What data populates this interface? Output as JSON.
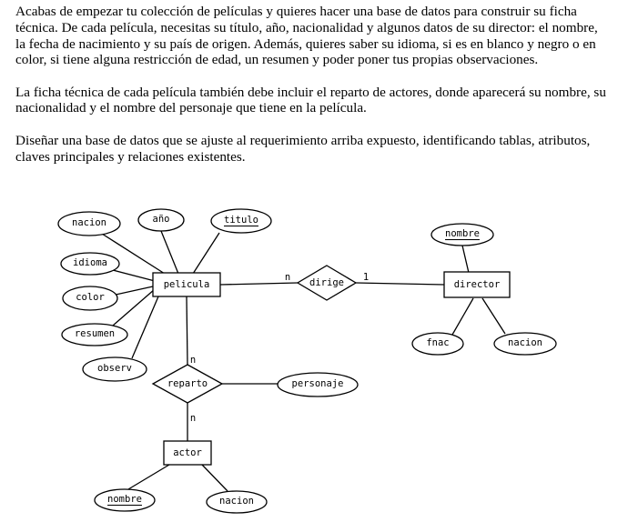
{
  "paragraphs": [
    "Acabas de empezar tu colección de películas y quieres hacer una base de datos para construir su ficha técnica. De cada película, necesitas su título, año, nacionalidad y algunos datos de su director: el nombre, la fecha de nacimiento y su país de origen. Además, quieres saber su idioma, si es en blanco y negro o en color, si tiene alguna restricción de edad, un resumen y poder poner tus propias observaciones.",
    "La ficha técnica de cada película también debe incluir el reparto de actores, donde aparecerá su nombre, su nacionalidad y el nombre del personaje que tiene en la película.",
    "Diseñar una base de datos que se ajuste al requerimiento arriba expuesto, identificando tablas, atributos, claves principales y relaciones existentes."
  ],
  "diagram": {
    "entities": [
      {
        "id": "pelicula",
        "label": "pelicula"
      },
      {
        "id": "director",
        "label": "director"
      },
      {
        "id": "actor",
        "label": "actor"
      }
    ],
    "relationships": [
      {
        "id": "dirige",
        "label": "dirige"
      },
      {
        "id": "reparto",
        "label": "reparto"
      }
    ],
    "attributes": [
      {
        "id": "nacion_pelicula",
        "label": "nacion",
        "key": false
      },
      {
        "id": "ano",
        "label": "año",
        "key": false
      },
      {
        "id": "titulo",
        "label": "titulo",
        "key": true
      },
      {
        "id": "idioma",
        "label": "idioma",
        "key": false
      },
      {
        "id": "color",
        "label": "color",
        "key": false
      },
      {
        "id": "resumen",
        "label": "resumen",
        "key": false
      },
      {
        "id": "observ",
        "label": "observ",
        "key": false
      },
      {
        "id": "nombre_director",
        "label": "nombre",
        "key": true
      },
      {
        "id": "fnac",
        "label": "fnac",
        "key": false
      },
      {
        "id": "nacion_director",
        "label": "nacion",
        "key": false
      },
      {
        "id": "personaje",
        "label": "personaje",
        "key": false
      },
      {
        "id": "nombre_actor",
        "label": "nombre",
        "key": true
      },
      {
        "id": "nacion_actor",
        "label": "nacion",
        "key": false
      }
    ],
    "cardinalities": [
      {
        "id": "card_pelicula_dirige",
        "label": "n"
      },
      {
        "id": "card_dirige_director",
        "label": "1"
      },
      {
        "id": "card_pelicula_reparto",
        "label": "n"
      },
      {
        "id": "card_reparto_actor",
        "label": "n"
      }
    ]
  }
}
